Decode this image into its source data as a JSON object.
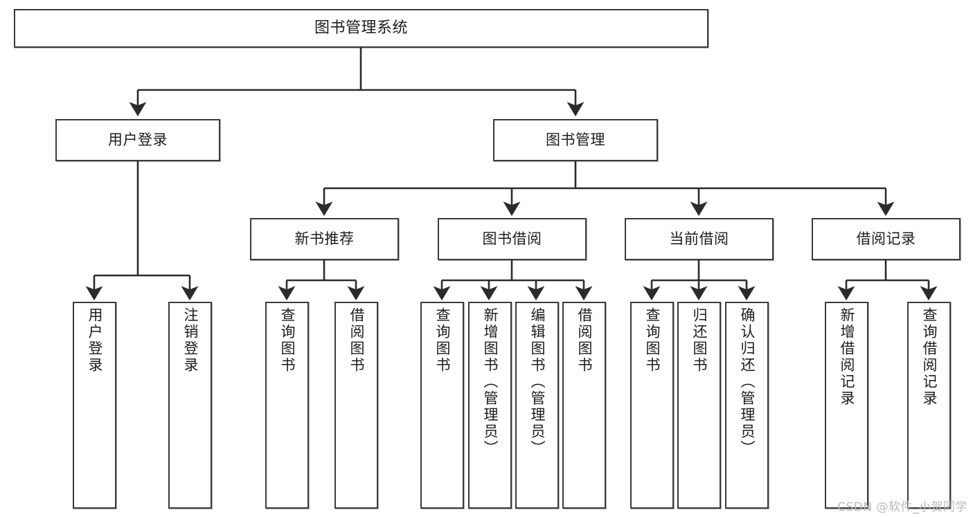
{
  "diagram": {
    "title": "图书管理系统",
    "type": "hierarchy-tree",
    "colors": {
      "box_border": "#3a3a3a",
      "box_fill": "#ffffff",
      "edge": "#2b2b2b",
      "text": "#1c1c1c",
      "watermark": "#b9b9b9",
      "background": "#ffffff"
    },
    "levels": {
      "root": [
        "图书管理系统"
      ],
      "level2": [
        "用户登录",
        "图书管理"
      ],
      "level3": [
        "新书推荐",
        "图书借阅",
        "当前借阅",
        "借阅记录"
      ],
      "leaves": [
        "用户登录",
        "注销登录",
        "查询图书",
        "借阅图书",
        "查询图书",
        "新增图书（管理员）",
        "编辑图书（管理员）",
        "借阅图书",
        "查询图书",
        "归还图书",
        "确认归还（管理员）",
        "新增借阅记录",
        "查询借阅记录"
      ]
    },
    "nodes": {
      "root": {
        "label": "图书管理系统"
      },
      "user_login": {
        "label": "用户登录"
      },
      "book_manage": {
        "label": "图书管理"
      },
      "new_book_rec": {
        "label": "新书推荐"
      },
      "book_borrow": {
        "label": "图书借阅"
      },
      "current_borrow": {
        "label": "当前借阅"
      },
      "borrow_record": {
        "label": "借阅记录"
      },
      "leaf_user_login": {
        "label": "用户登录"
      },
      "leaf_logout": {
        "label": "注销登录"
      },
      "leaf_query_book_1": {
        "label": "查询图书"
      },
      "leaf_borrow_book_1": {
        "label": "借阅图书"
      },
      "leaf_query_book_2": {
        "label": "查询图书"
      },
      "leaf_add_book_admin": {
        "label": "新增图书（管理员）"
      },
      "leaf_edit_book_admin": {
        "label": "编辑图书（管理员）"
      },
      "leaf_borrow_book_2": {
        "label": "借阅图书"
      },
      "leaf_query_book_3": {
        "label": "查询图书"
      },
      "leaf_return_book": {
        "label": "归还图书"
      },
      "leaf_confirm_return_admin": {
        "label": "确认归还（管理员）"
      },
      "leaf_add_borrow_record": {
        "label": "新增借阅记录"
      },
      "leaf_query_borrow_record": {
        "label": "查询借阅记录"
      }
    },
    "edges": [
      {
        "from": "root",
        "to": "user_login"
      },
      {
        "from": "root",
        "to": "book_manage"
      },
      {
        "from": "user_login",
        "to": "leaf_user_login"
      },
      {
        "from": "user_login",
        "to": "leaf_logout"
      },
      {
        "from": "book_manage",
        "to": "new_book_rec"
      },
      {
        "from": "book_manage",
        "to": "book_borrow"
      },
      {
        "from": "book_manage",
        "to": "current_borrow"
      },
      {
        "from": "book_manage",
        "to": "borrow_record"
      },
      {
        "from": "new_book_rec",
        "to": "leaf_query_book_1"
      },
      {
        "from": "new_book_rec",
        "to": "leaf_borrow_book_1"
      },
      {
        "from": "book_borrow",
        "to": "leaf_query_book_2"
      },
      {
        "from": "book_borrow",
        "to": "leaf_add_book_admin"
      },
      {
        "from": "book_borrow",
        "to": "leaf_edit_book_admin"
      },
      {
        "from": "book_borrow",
        "to": "leaf_borrow_book_2"
      },
      {
        "from": "current_borrow",
        "to": "leaf_query_book_3"
      },
      {
        "from": "current_borrow",
        "to": "leaf_return_book"
      },
      {
        "from": "current_borrow",
        "to": "leaf_confirm_return_admin"
      },
      {
        "from": "borrow_record",
        "to": "leaf_add_borrow_record"
      },
      {
        "from": "borrow_record",
        "to": "leaf_query_borrow_record"
      }
    ]
  },
  "watermark": {
    "text": "CSDN @软件_小贺同学"
  }
}
